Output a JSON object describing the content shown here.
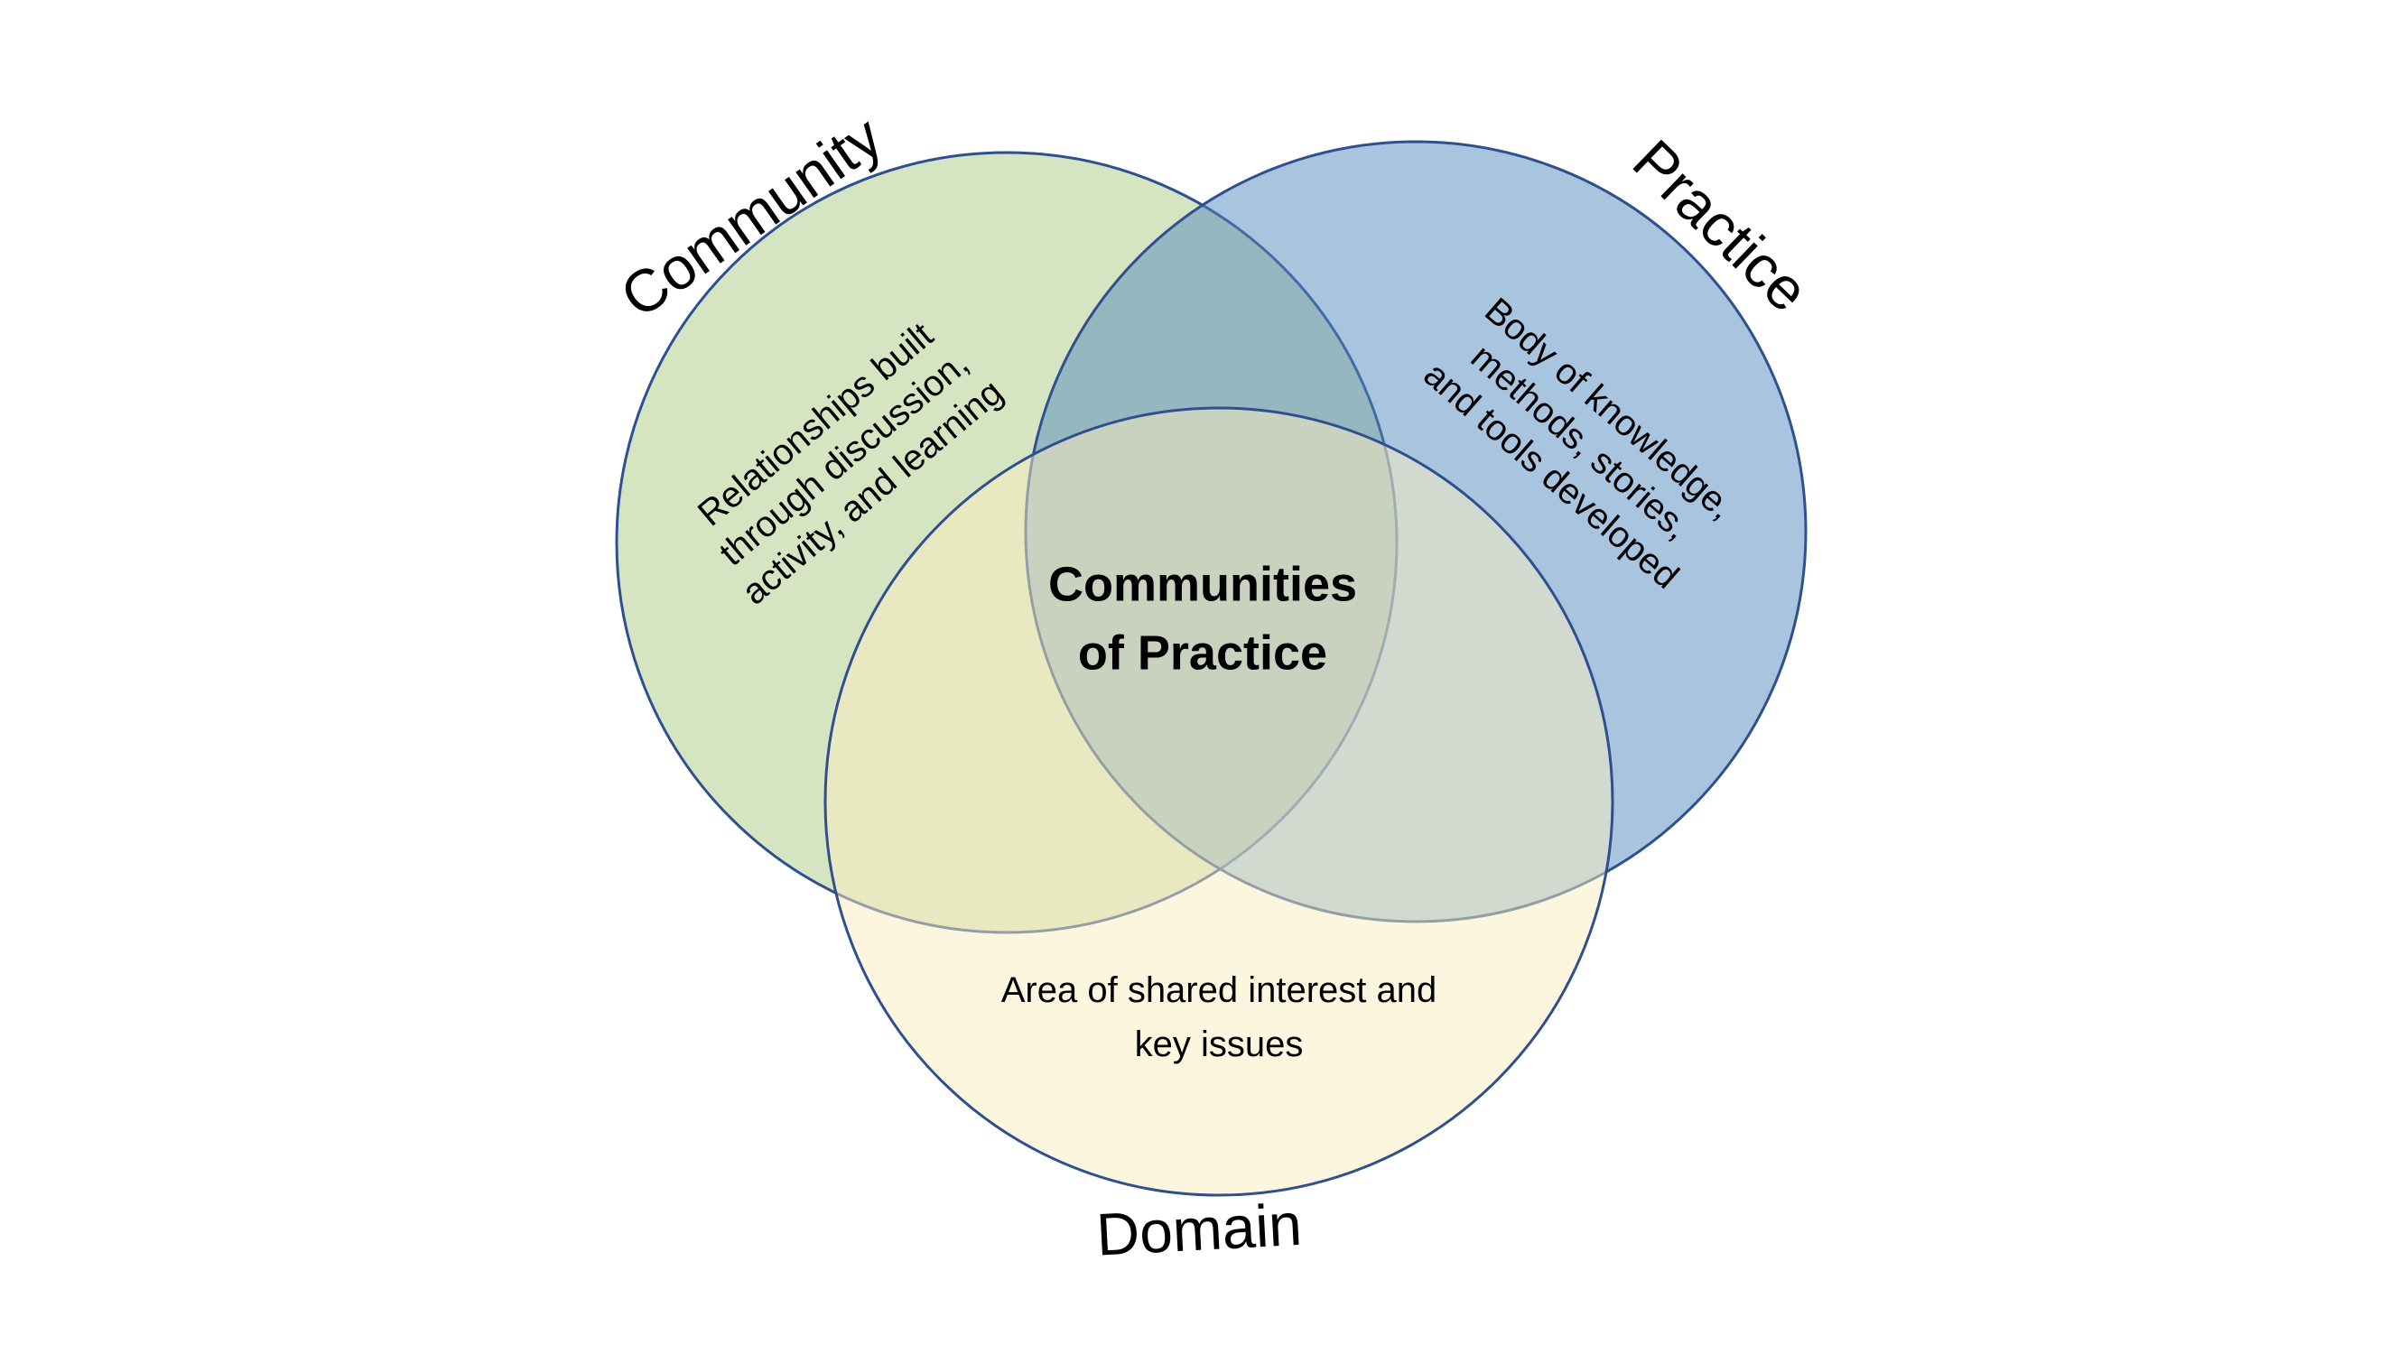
{
  "circles": [
    {
      "label": "Community",
      "description": [
        "Relationships built",
        "through discussion,",
        "activity, and learning"
      ],
      "fill": "#abcb85",
      "stroke": "#2f4f8f"
    },
    {
      "label": "Practice",
      "description": [
        "Body of knowledge,",
        "methods, stories,",
        "and tools developed"
      ],
      "fill": "#5389bd",
      "stroke": "#2f4f8f"
    },
    {
      "label": "Domain",
      "description": [
        "Area of shared interest and",
        "key issues"
      ],
      "fill": "#fbedbd",
      "stroke": "#2f4f8f"
    }
  ],
  "center": {
    "lines": [
      "Communities",
      "of Practice"
    ]
  }
}
